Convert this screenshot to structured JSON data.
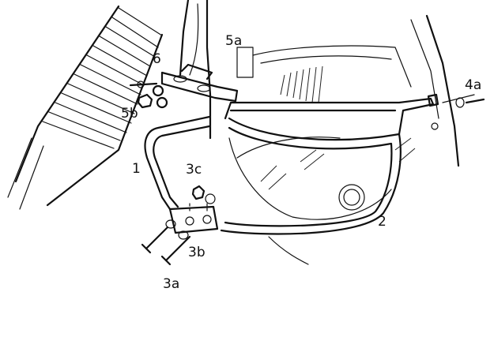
{
  "labels": {
    "l6": "6",
    "l5a": "5a",
    "l5b": "5b",
    "l4a": "4a",
    "l1": "1",
    "l3c": "3c",
    "l2": "2",
    "l3b": "3b",
    "l3a": "3a"
  }
}
